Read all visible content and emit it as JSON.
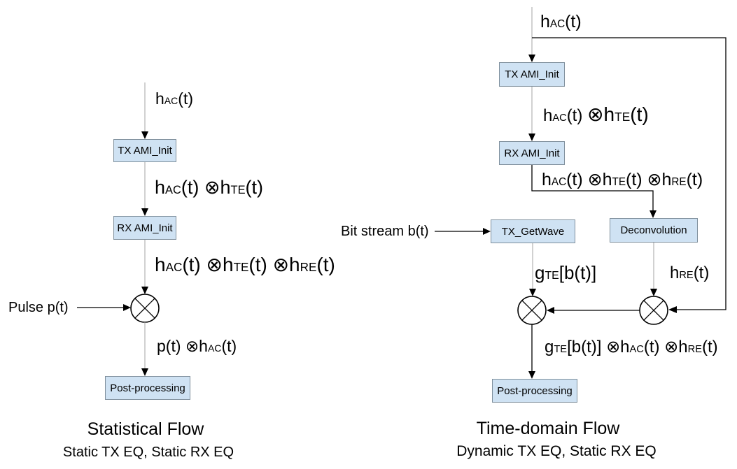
{
  "colors": {
    "box_fill": "#cfe2f3",
    "box_border": "#7f8f9c",
    "connector_gray": "#a3a3a3",
    "connector_black": "#000000",
    "text": "#000000"
  },
  "left_flow": {
    "title": "Statistical Flow",
    "subtitle": "Static TX EQ, Static RX EQ",
    "input_signal": "h_{AC}(t)",
    "pulse_input": "Pulse p(t)",
    "boxes": {
      "tx_ami_init": "TX AMI_Init",
      "rx_ami_init": "RX AMI_Init",
      "post_processing": "Post-processing"
    },
    "edge_labels": {
      "after_tx": "h_{AC}(t) ⊗h_{TE}(t)",
      "after_rx": "h_{AC}(t) ⊗h_{TE}(t) ⊗h_{RE}(t)",
      "after_convolution": "p(t) ⊗h_{AC}(t)"
    }
  },
  "right_flow": {
    "title": "Time-domain Flow",
    "subtitle": "Dynamic TX EQ, Static RX EQ",
    "input_signal": "h_{AC}(t)",
    "bit_stream_input": "Bit stream b(t)",
    "boxes": {
      "tx_ami_init": "TX AMI_Init",
      "rx_ami_init": "RX AMI_Init",
      "tx_getwave": "TX_GetWave",
      "deconvolution": "Deconvolution",
      "post_processing": "Post-processing"
    },
    "edge_labels": {
      "after_tx": "h_{AC}(t) *{⊗h}#{TE}*{(t)}",
      "after_rx": "h_{AC}(t) ⊗h_{TE}(t) ⊗h_{RE}(t)",
      "getwave_output": "g_{TE}[b(t)]",
      "deconvolution_output": "h_{RE}(t)",
      "after_convolution": "g_{TE}[b(t)] ⊗h_{AC}(t) ⊗h_{RE}(t)"
    }
  }
}
